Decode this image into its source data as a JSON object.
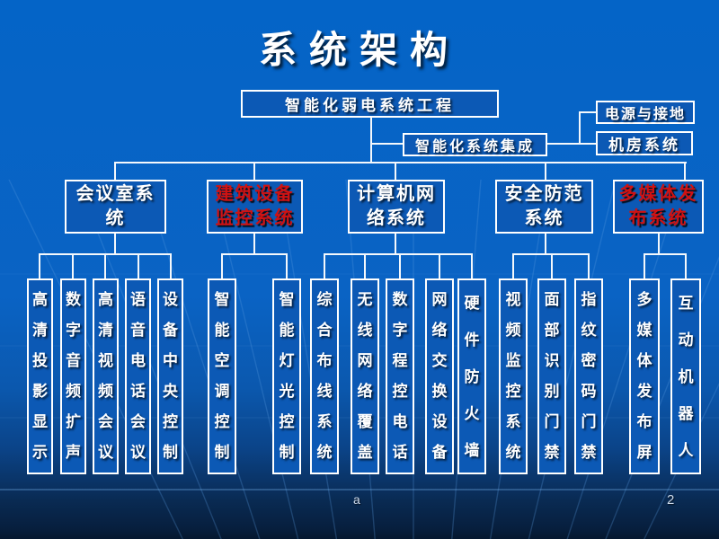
{
  "slide": {
    "title": "系统架构",
    "footer_left": "a",
    "page_number": "2"
  },
  "tree": {
    "root": "智能化弱电系统工程",
    "integration": "智能化系统集成",
    "aside": [
      "电源与接地",
      "机房系统"
    ],
    "branches": [
      {
        "lines": [
          "会议室系",
          "统"
        ],
        "emphasis": false,
        "children": [
          "高清投影显示",
          "数字音频扩声",
          "高清视频会议",
          "语音电话会议",
          "设备中央控制"
        ]
      },
      {
        "lines": [
          "建筑设备",
          "监控系统"
        ],
        "emphasis": true,
        "children": [
          "智能空调控制",
          "智能灯光控制"
        ]
      },
      {
        "lines": [
          "计算机网",
          "络系统"
        ],
        "emphasis": false,
        "children": [
          "综合布线系统",
          "无线网络覆盖",
          "数字程控电话",
          "网络交换设备",
          "硬件防火墙"
        ]
      },
      {
        "lines": [
          "安全防范",
          "系统"
        ],
        "emphasis": false,
        "children": [
          "视频监控系统",
          "面部识别门禁",
          "指纹密码门禁"
        ]
      },
      {
        "lines": [
          "多媒体发",
          "布系统"
        ],
        "emphasis": true,
        "children": [
          "多媒体发布屏",
          "互动机器人"
        ]
      }
    ]
  },
  "colors": {
    "background_top": "#0464c7",
    "background_bottom": "#05182f",
    "box_fill": "#0c59b5",
    "box_border": "#ffffff",
    "connector": "#f4f8fc",
    "text_primary": "#ffffff",
    "text_emphasis": "#d01212",
    "grid_line": "#5a9ade"
  }
}
